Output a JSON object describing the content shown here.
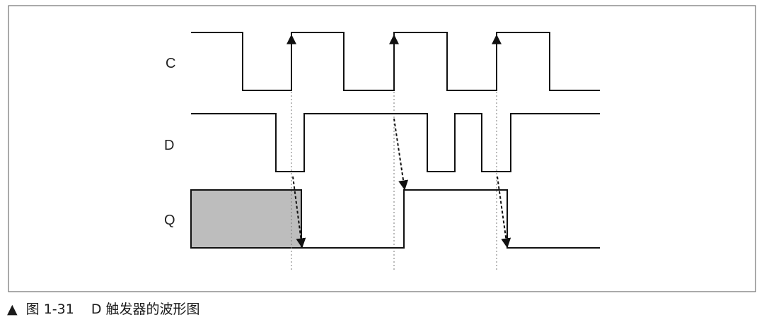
{
  "figure": {
    "signals": [
      {
        "id": "C",
        "label": "C"
      },
      {
        "id": "D",
        "label": "D"
      },
      {
        "id": "Q",
        "label": "Q"
      }
    ],
    "caption": {
      "marker": "▲",
      "number": "图 1-31",
      "title": "D 触发器的波形图"
    }
  },
  "colors": {
    "line": "#111111",
    "frame": "#555555",
    "unknown_fill": "#bdbdbd",
    "guide": "#777777"
  }
}
